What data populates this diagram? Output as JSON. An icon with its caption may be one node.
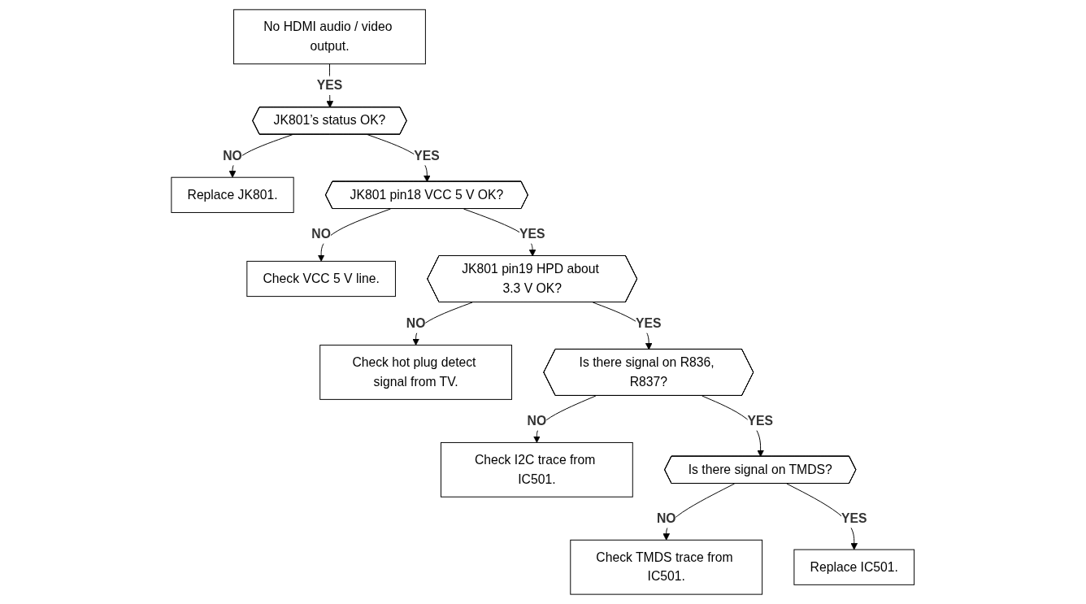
{
  "diagram": {
    "nodes": [
      {
        "text": [
          "No HDMI audio / video output."
        ]
      },
      {
        "text": [
          "JK801’s status OK?"
        ]
      },
      {
        "text": [
          "Replace JK801."
        ]
      },
      {
        "text": [
          "JK801 pin18 VCC 5 V OK?"
        ]
      },
      {
        "text": [
          "Check VCC 5 V line."
        ]
      },
      {
        "text": [
          "JK801 pin19 HPD about 3.3 V OK?"
        ]
      },
      {
        "text": [
          "Check hot plug detect signal from TV."
        ]
      },
      {
        "text": [
          "Is there signal on R836, R837?"
        ]
      },
      {
        "text": [
          "Check I2C trace from IC501."
        ]
      },
      {
        "text": [
          "Is there signal on TMDS?"
        ]
      },
      {
        "text": [
          "Check TMDS trace from IC501."
        ]
      },
      {
        "text": [
          "Replace IC501."
        ]
      }
    ],
    "edges": [
      {
        "from": 0,
        "to": 1,
        "arrow": "to",
        "label": "YES"
      },
      {
        "from": 1,
        "to": 2,
        "arrow": "to",
        "label": "NO"
      },
      {
        "from": 1,
        "to": 3,
        "arrow": "to",
        "label": "YES"
      },
      {
        "from": 3,
        "to": 4,
        "arrow": "to",
        "label": "NO"
      },
      {
        "from": 3,
        "to": 5,
        "arrow": "to",
        "label": "YES"
      },
      {
        "from": 5,
        "to": 6,
        "arrow": "to",
        "label": "NO"
      },
      {
        "from": 5,
        "to": 7,
        "arrow": "to",
        "label": "YES"
      },
      {
        "from": 7,
        "to": 8,
        "arrow": "to",
        "label": "NO"
      },
      {
        "from": 7,
        "to": 9,
        "arrow": "to",
        "label": "YES"
      },
      {
        "from": 9,
        "to": 10,
        "arrow": "to",
        "label": "NO"
      },
      {
        "from": 9,
        "to": 11,
        "arrow": "to",
        "label": "YES"
      }
    ]
  }
}
